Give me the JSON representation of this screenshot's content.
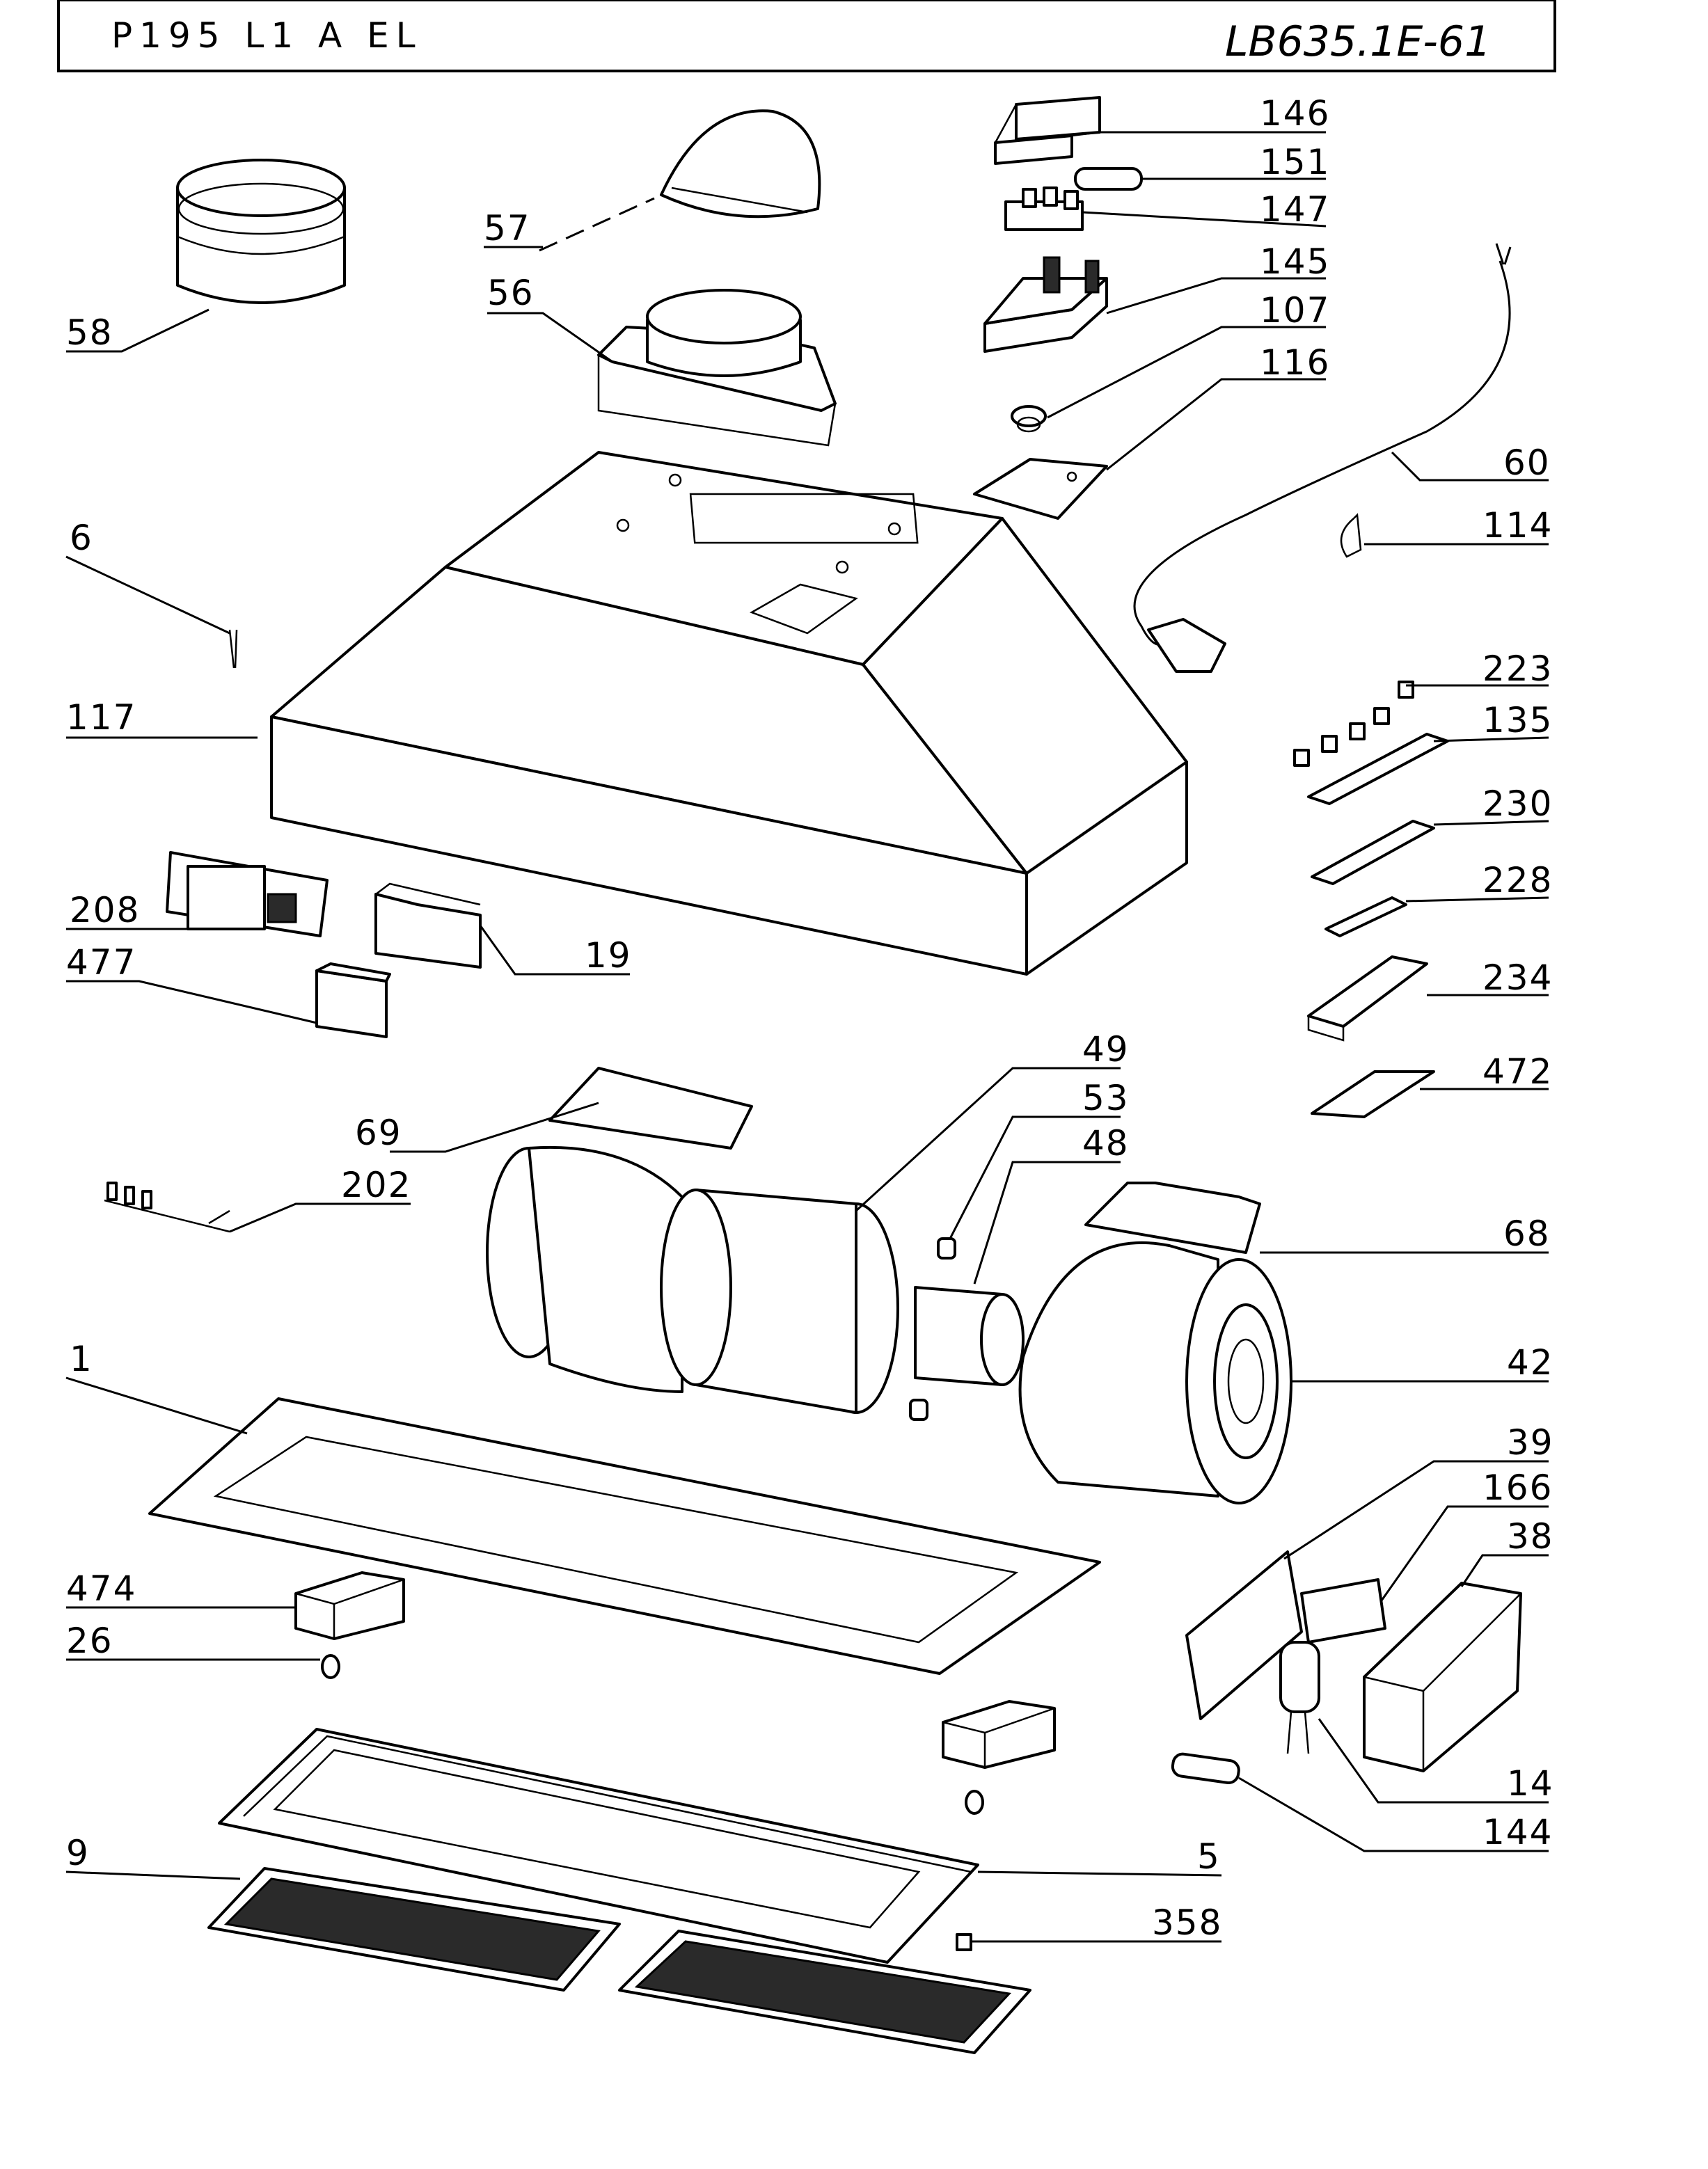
{
  "header": {
    "model": "P195 L1 A EL",
    "code": "LB635.1E-61"
  },
  "labels": {
    "l146": "146",
    "l151": "151",
    "l147": "147",
    "l145": "145",
    "l107": "107",
    "l116": "116",
    "l60": "60",
    "l114": "114",
    "l223": "223",
    "l135": "135",
    "l230": "230",
    "l228": "228",
    "l234": "234",
    "l472": "472",
    "l57": "57",
    "l56": "56",
    "l58": "58",
    "l6": "6",
    "l117": "117",
    "l208": "208",
    "l19": "19",
    "l477": "477",
    "l69": "69",
    "l202": "202",
    "l49": "49",
    "l53": "53",
    "l48": "48",
    "l68": "68",
    "l1": "1",
    "l42": "42",
    "l39": "39",
    "l166": "166",
    "l38": "38",
    "l474": "474",
    "l26": "26",
    "l14": "14",
    "l144": "144",
    "l9": "9",
    "l5": "5",
    "l358": "358"
  }
}
